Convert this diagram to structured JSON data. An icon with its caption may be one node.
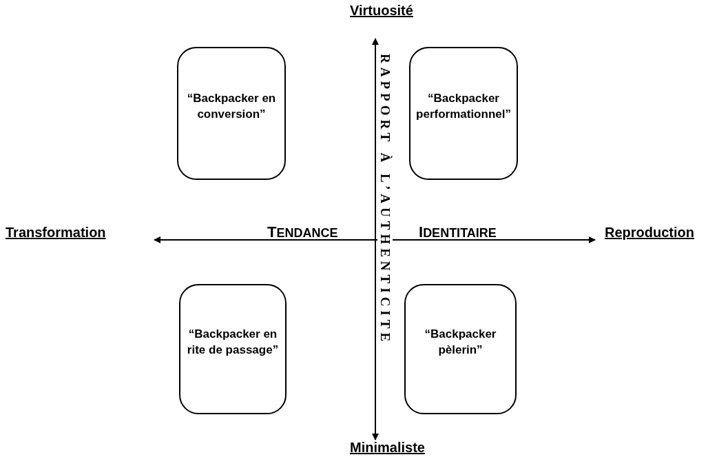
{
  "diagram": {
    "nodes": [
      {
        "text": [
          "“Backpacker en conversion”"
        ]
      },
      {
        "text": [
          "“Backpacker performationnel”"
        ]
      },
      {
        "text": [
          "“Backpacker en rite de passage”"
        ]
      },
      {
        "text": [
          "“Backpacker pèlerin”"
        ]
      }
    ],
    "edges": [],
    "labels": [
      "Virtuosité",
      "Transformation",
      "TENDANCE",
      "IDENTITAIRE",
      "Reproduction",
      "RAPPORT À L’AUTHENTICITE",
      "Minimaliste"
    ]
  }
}
